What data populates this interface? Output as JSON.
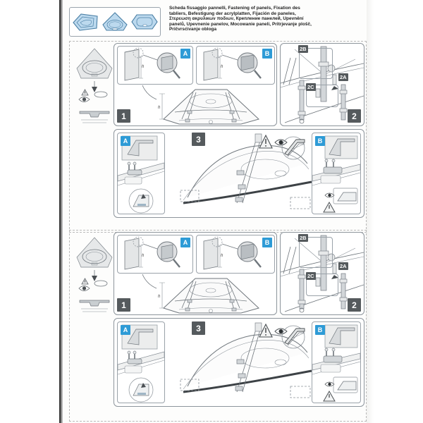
{
  "document": {
    "type": "assembly-instruction-sheet",
    "title_lines": [
      "Scheda fissaggio pannelli, Fastening of panels, Fixation des",
      "tabliers, Befestigung der acrylplatten, Fijación de paneles,",
      "Στερεωση ακρυλικων ποδιων, Крепление панелей, Upevnění",
      "panelů, Upevnenie panelov, Mocowanie paneli, Pritrjevanje plošč,",
      "Pričvrsćivanje obloga"
    ]
  },
  "colors": {
    "badge_blue": "#2e9bd6",
    "badge_dark": "#555a5d",
    "tub_fill": "#bcd9ee",
    "tub_stroke": "#4a7fa5",
    "line": "#6f767c",
    "paper": "#fdfdfc"
  },
  "header": {
    "shapes": [
      {
        "name": "corner-tub-asymmetric-icon",
        "label": "corner tub asymmetric"
      },
      {
        "name": "corner-tub-symmetric-icon",
        "label": "corner tub symmetric"
      },
      {
        "name": "hexagonal-tub-icon",
        "label": "hexagonal tub"
      }
    ]
  },
  "halves": [
    {
      "id": "upper",
      "left_column": {
        "name": "overview-column",
        "items": [
          {
            "name": "corner-tub-top-view",
            "label": "corner tub top view"
          },
          {
            "name": "warning-triangle-icon",
            "label": "!"
          },
          {
            "name": "eye-inspect-icon",
            "label": "eye"
          },
          {
            "name": "gasket-ellipse-icon",
            "label": "gasket"
          },
          {
            "name": "tub-cross-section-icon",
            "label": "cross section"
          }
        ]
      },
      "step1": {
        "number": "1",
        "details": [
          {
            "badge": "A",
            "dim_label": "h",
            "name": "detail-a-panel-edge"
          },
          {
            "badge": "B",
            "dim_label": "h",
            "name": "detail-b-panel-edge"
          }
        ],
        "frame_dim_label": "h"
      },
      "step2": {
        "number": "2",
        "sub_labels": [
          "2B",
          "2A",
          "2C"
        ]
      },
      "step3": {
        "number": "3",
        "detail_left_badge": "A",
        "detail_right_badge": "B",
        "warning_label": "!"
      }
    },
    {
      "id": "lower",
      "left_column": {
        "name": "overview-column",
        "items": [
          {
            "name": "corner-tub-top-view",
            "label": "corner tub top view"
          },
          {
            "name": "warning-triangle-icon",
            "label": "!"
          },
          {
            "name": "eye-inspect-icon",
            "label": "eye"
          },
          {
            "name": "gasket-ellipse-icon",
            "label": "gasket"
          },
          {
            "name": "tub-cross-section-icon",
            "label": "cross section"
          }
        ]
      },
      "step1": {
        "number": "1",
        "details": [
          {
            "badge": "A",
            "dim_label": "h",
            "name": "detail-a-panel-edge"
          },
          {
            "badge": "B",
            "dim_label": "h",
            "name": "detail-b-panel-edge"
          }
        ],
        "frame_dim_label": "h"
      },
      "step2": {
        "number": "2",
        "sub_labels": [
          "2B",
          "2A",
          "2C"
        ]
      },
      "step3": {
        "number": "3",
        "detail_left_badge": "A",
        "detail_right_badge": "B",
        "warning_label": "!"
      }
    }
  ]
}
